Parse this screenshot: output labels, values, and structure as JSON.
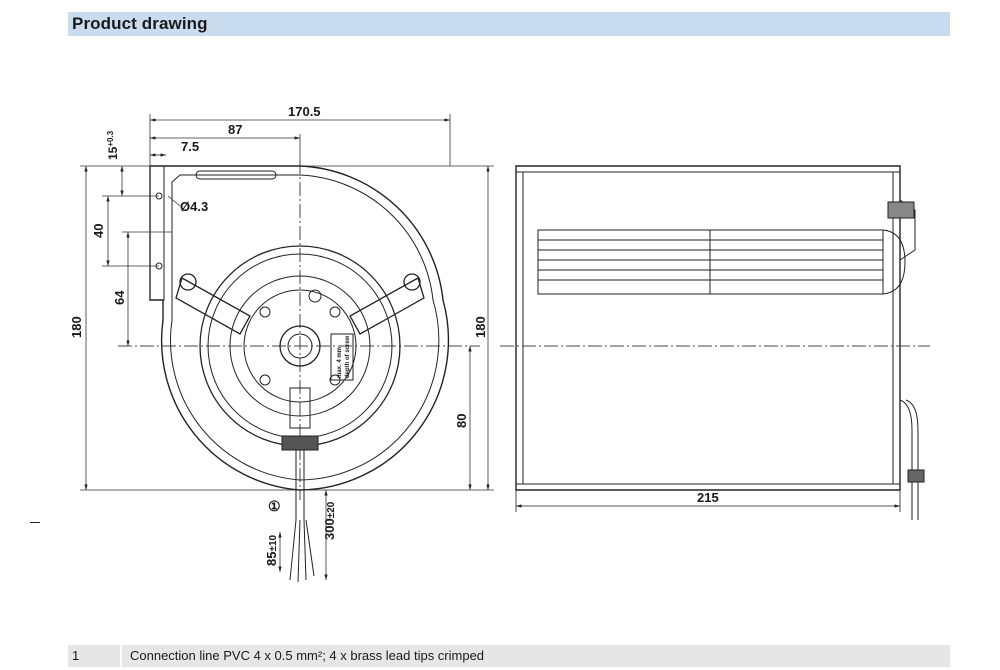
{
  "header": {
    "title": "Product drawing"
  },
  "dimensions": {
    "overall_width": "170.5",
    "offset_87": "87",
    "offset_7_5": "7.5",
    "tol_15": "15",
    "tol_15_sup": "+0.3",
    "hole_dia": "Ø4.3",
    "dim_40": "40",
    "dim_64": "64",
    "height_left": "180",
    "height_right": "180",
    "dim_80": "80",
    "cable_300": "300",
    "cable_300_tol": "±20",
    "cable_85": "85",
    "cable_85_tol": "±10",
    "length_215": "215"
  },
  "callout": {
    "marker": "①"
  },
  "motor_label": {
    "line1": "max. 4 mm",
    "line2": "depth of screw"
  },
  "legend": {
    "rows": [
      {
        "number": "1",
        "text": "Connection line PVC 4 x 0.5 mm²; 4 x brass lead tips crimped"
      }
    ]
  },
  "colors": {
    "header_bg": "#c9dcf0",
    "legend_bg": "#e6e6e6"
  }
}
